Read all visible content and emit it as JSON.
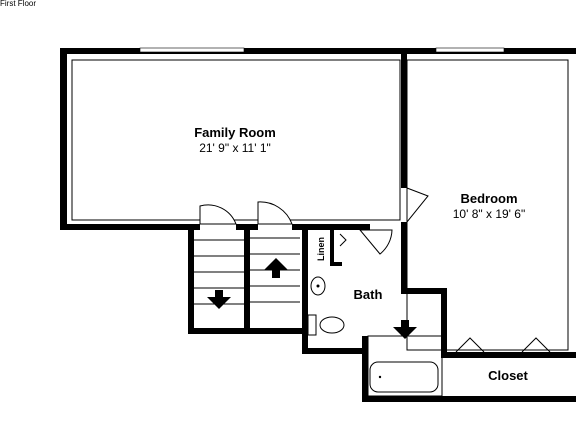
{
  "floor_label": "First Floor",
  "rooms": {
    "family_room": {
      "name": "Family Room",
      "dims": "21' 9\" x 11' 1\""
    },
    "bedroom": {
      "name": "Bedroom",
      "dims": "10' 8\" x 19' 6\""
    },
    "bath": {
      "name": "Bath"
    },
    "linen": {
      "name": "Linen"
    },
    "closet": {
      "name": "Closet"
    }
  }
}
